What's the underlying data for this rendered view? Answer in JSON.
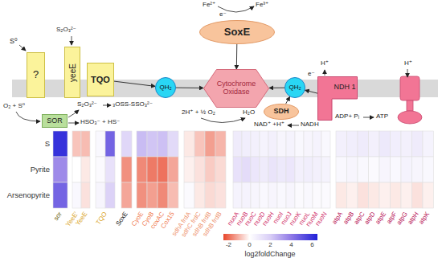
{
  "diagram": {
    "nodes": [
      {
        "text": [
          "SoxE"
        ]
      },
      {
        "text": [
          "?"
        ]
      },
      {
        "text": [
          "yeeE"
        ]
      },
      {
        "text": [
          "TQO"
        ]
      },
      {
        "text": [
          "QH₂"
        ]
      },
      {
        "text": [
          "Cytochrome Oxidase"
        ]
      },
      {
        "text": [
          "QH₂"
        ]
      },
      {
        "text": [
          "NDH 1"
        ]
      },
      {
        "text": [
          "SDH"
        ]
      },
      {
        "text": [
          "SOR"
        ]
      }
    ],
    "edges": [
      {
        "from": 0,
        "to": 5,
        "arrow": "to"
      },
      {
        "from": 3,
        "to": 4,
        "arrow": "to"
      },
      {
        "from": 4,
        "to": 5,
        "arrow": "to"
      },
      {
        "from": 6,
        "to": 5,
        "arrow": "to"
      },
      {
        "from": 7,
        "to": 6,
        "label": "e⁻",
        "arrow": "to"
      },
      {
        "from": 8,
        "to": 6,
        "arrow": "to"
      }
    ],
    "labels": [
      "Fe²⁺",
      "e⁻",
      "Fe³⁺",
      "S⁰",
      "S₂O₃²⁻",
      "H⁺",
      "H⁺",
      "O₂ + S⁰",
      "S₂O₃²⁻",
      "₃OSS-SSO₃²⁻",
      "HSO₃⁻ + HS⁻",
      "2H⁺ + ½ O₂",
      "H₂O",
      "NAD⁺ +H⁺",
      "NADH",
      "ADP+ Pᵢ",
      "ATP",
      "S",
      "Pyrite",
      "Arsenopyrite",
      "sor",
      "YeeE'",
      "YeeE",
      "TQO",
      "SoxE",
      "CyoE",
      "CyoB",
      "coxAC",
      "Cox15",
      "sdhA frdA",
      "sdhC frdC",
      "sdhB frdB",
      "sdhB frdB",
      "nuoA",
      "nuoB",
      "nuoC",
      "nuoD",
      "nuoH",
      "nuoI",
      "nuoJ",
      "nuoK",
      "nuoL",
      "nuoM",
      "nuoN",
      "atpA",
      "atpB",
      "atpC",
      "atpD",
      "atpE",
      "atpF",
      "atpG",
      "atpH",
      "atpK",
      "log2foldChange",
      "-2",
      "0",
      "2",
      "4",
      "6"
    ]
  }
}
